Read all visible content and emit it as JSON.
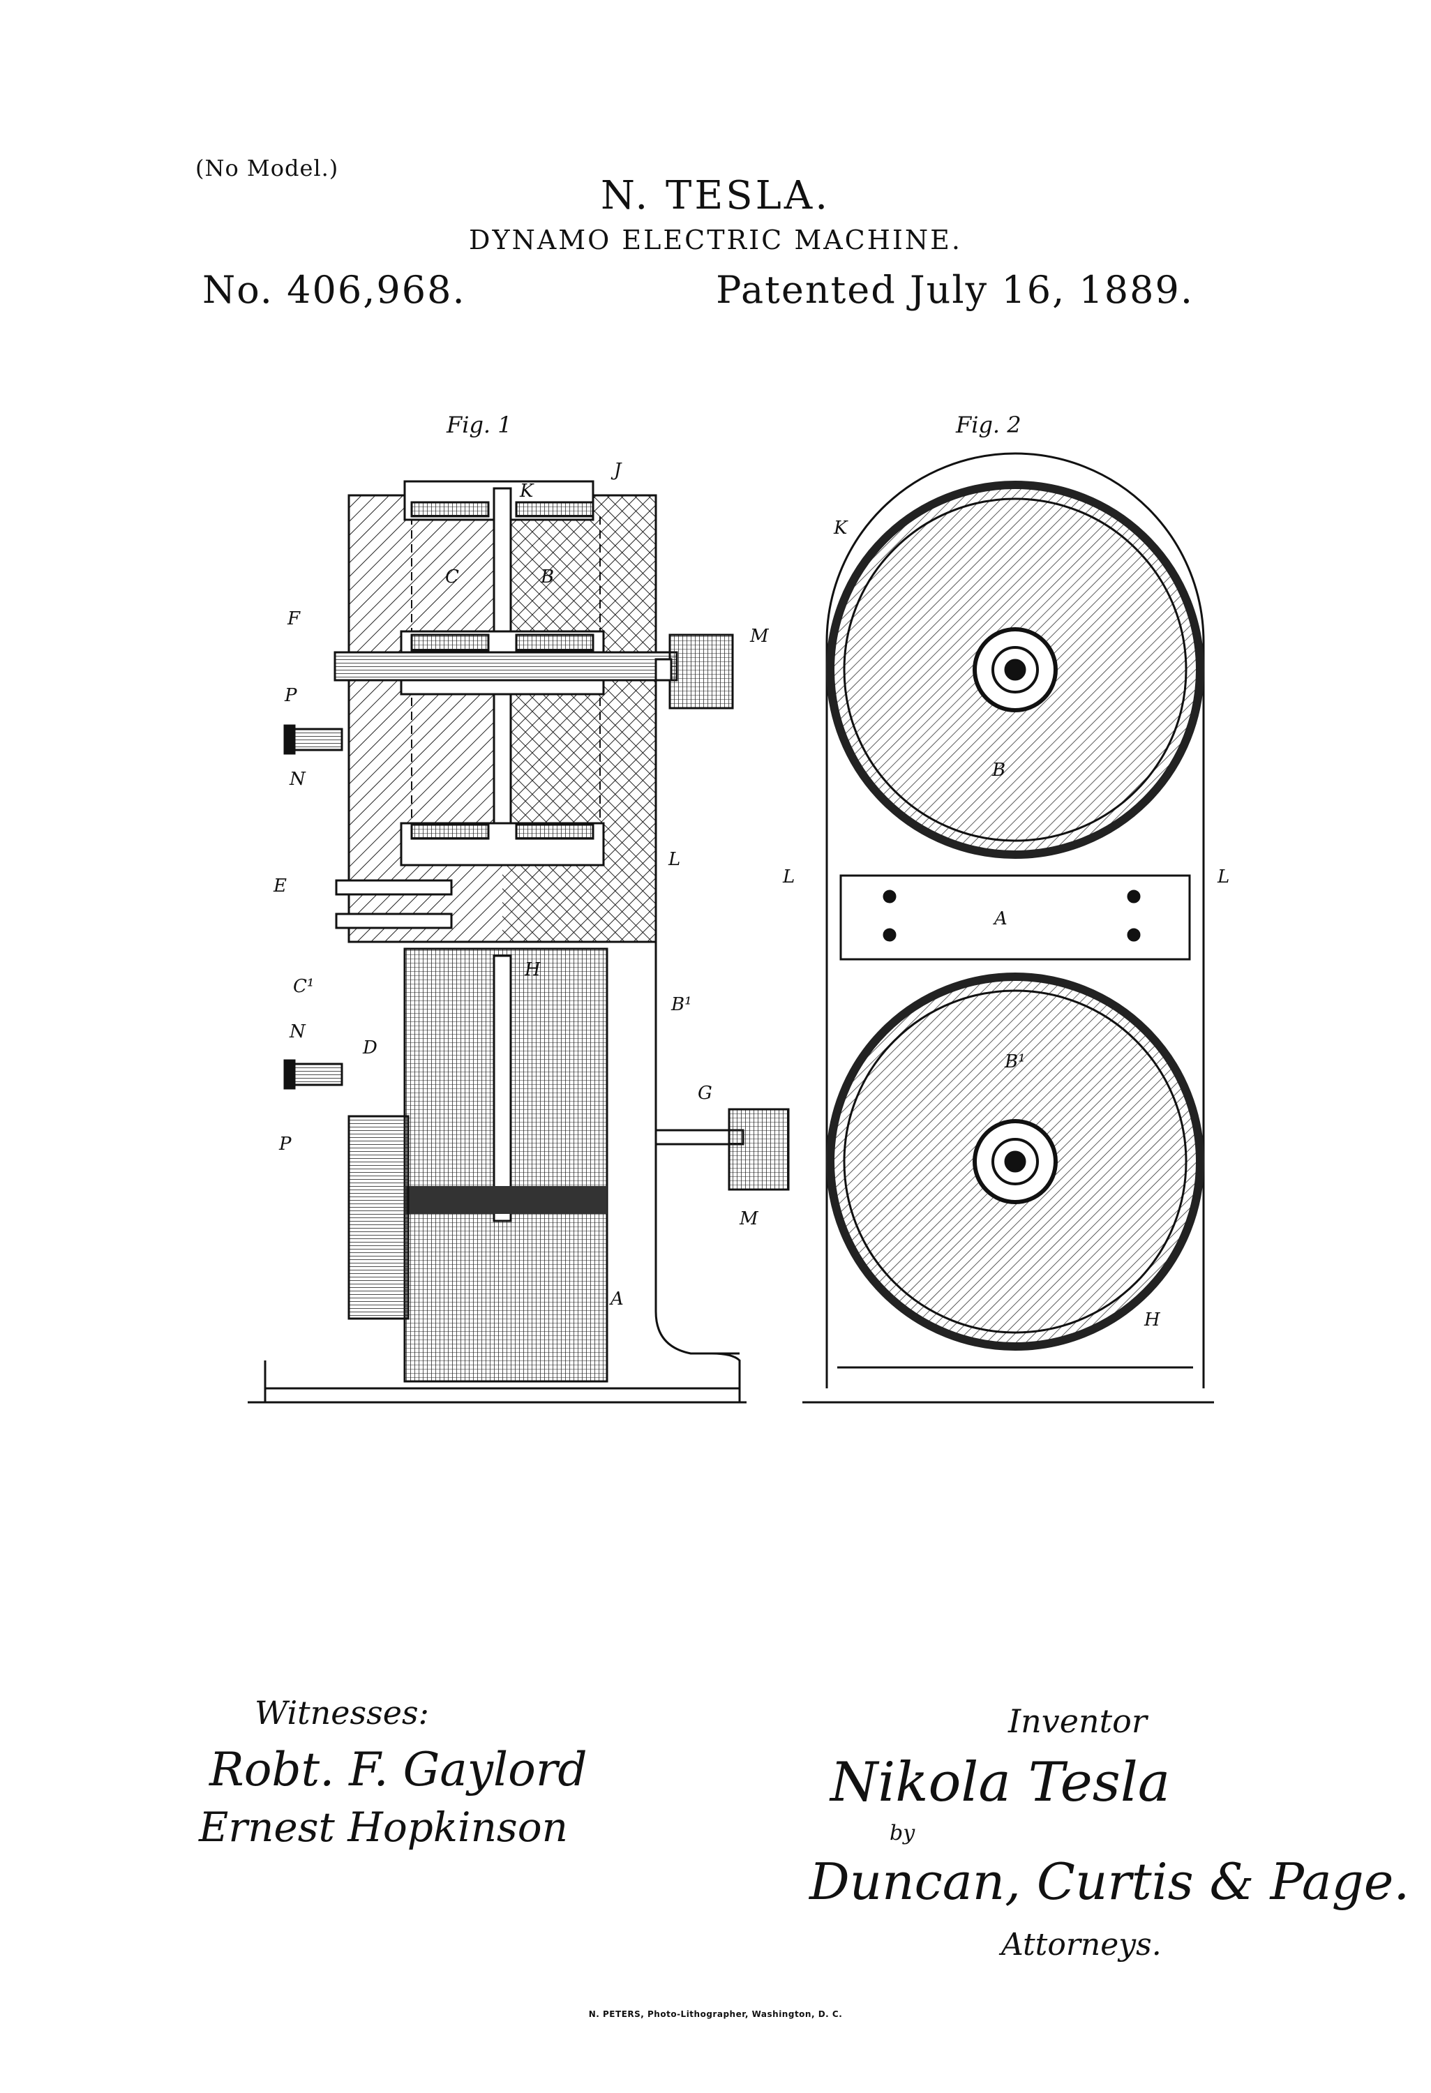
{
  "header": {
    "no_model": "(No Model.)",
    "inventor": "N. TESLA.",
    "title": "DYNAMO ELECTRIC MACHINE.",
    "patent_number": "No. 406,968.",
    "patent_date": "Patented July 16, 1889."
  },
  "figures": {
    "fig1_label": "Fig. 1",
    "fig2_label": "Fig. 2",
    "fig1_letters": {
      "J": "J",
      "K": "K",
      "C": "C",
      "B": "B",
      "F": "F",
      "M_top": "M",
      "P_top": "P",
      "N_top": "N",
      "L": "L",
      "E": "E",
      "C1": "C¹",
      "H": "H",
      "B1": "B¹",
      "N_bottom": "N",
      "D": "D",
      "G": "G",
      "P_bottom": "P",
      "M_bottom": "M",
      "A": "A"
    },
    "fig2_letters": {
      "K": "K",
      "B": "B",
      "L_left": "L",
      "L_right": "L",
      "A": "A",
      "B1": "B¹",
      "H": "H"
    }
  },
  "signatures": {
    "witnesses_label": "Witnesses:",
    "witness_1": "Robt. F. Gaylord",
    "witness_2": "Ernest Hopkinson",
    "inventor_label": "Inventor",
    "inventor_signature": "Nikola Tesla",
    "by_label": "by",
    "attorneys_signature": "Duncan, Curtis & Page.",
    "attorneys_label": "Attorneys."
  },
  "footer": {
    "lithographer": "N. PETERS, Photo-Lithographer, Washington, D. C."
  }
}
